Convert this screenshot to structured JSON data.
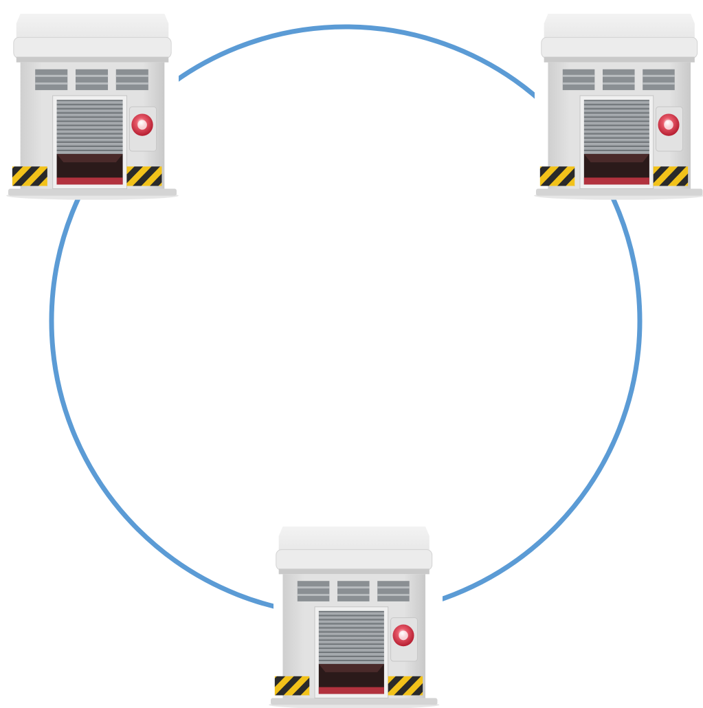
{
  "diagram": {
    "type": "ring-network",
    "connector": {
      "shape": "circle",
      "color": "#5B9BD5"
    },
    "nodes": [
      {
        "id": "warehouse-top-left",
        "icon": "warehouse-icon"
      },
      {
        "id": "warehouse-top-right",
        "icon": "warehouse-icon"
      },
      {
        "id": "warehouse-bottom",
        "icon": "warehouse-icon"
      }
    ],
    "colors": {
      "roof": "#ebebeb",
      "wall": "#d9d9d9",
      "vent": "#8a8f93",
      "shutter": "#9ea3a7",
      "door_interior": "#2b1a1a",
      "door_floor": "#b2323e",
      "alarm": "#c8253a",
      "hazard_yellow": "#f2c21a",
      "hazard_black": "#2a2a2a"
    }
  }
}
